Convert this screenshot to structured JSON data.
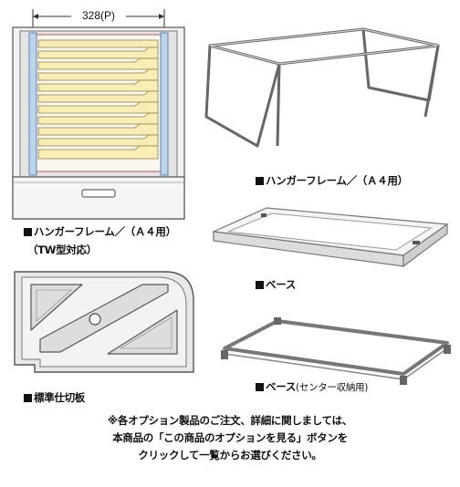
{
  "dimension_label": "328(P)",
  "captions": {
    "hanger_drawer": "ハンガーフレーム／（Ａ４用）",
    "hanger_drawer_sub": "（TW型対応）",
    "hanger_frame": "ハンガーフレーム／（Ａ４用）",
    "base": "ベース",
    "base_center": "ベース",
    "base_center_sub": "(センター収納用)",
    "partition": "標準仕切板"
  },
  "note": {
    "line1": "※各オプション製品のご注文、詳細に関しましては、",
    "line2": "本商品の「この商品のオプションを見る」ボタンを",
    "line3": "クリックして一覧からお選びください。"
  }
}
